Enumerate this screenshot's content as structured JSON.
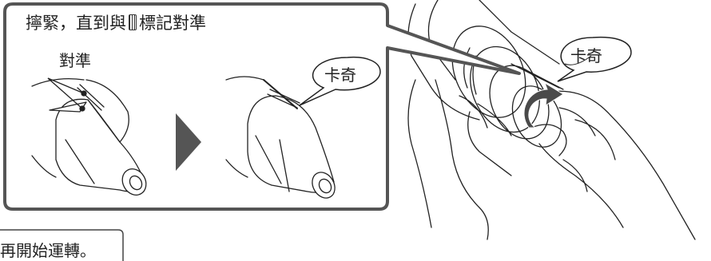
{
  "callout": {
    "title_pre": "擰緊，直到與",
    "title_post": "標記對準",
    "align_label": "對準",
    "click_label_step": "卡奇"
  },
  "main": {
    "click_label_hand": "卡奇"
  },
  "footer": {
    "note_text": "再開始運轉。"
  },
  "icons": [
    "alignment-mark-icon",
    "arrow-right-icon",
    "rotate-arrow-icon"
  ],
  "colors": {
    "frame": "#555555",
    "arrow": "#555555",
    "rotate_arrow": "#4a4a4a",
    "line": "#222222"
  }
}
